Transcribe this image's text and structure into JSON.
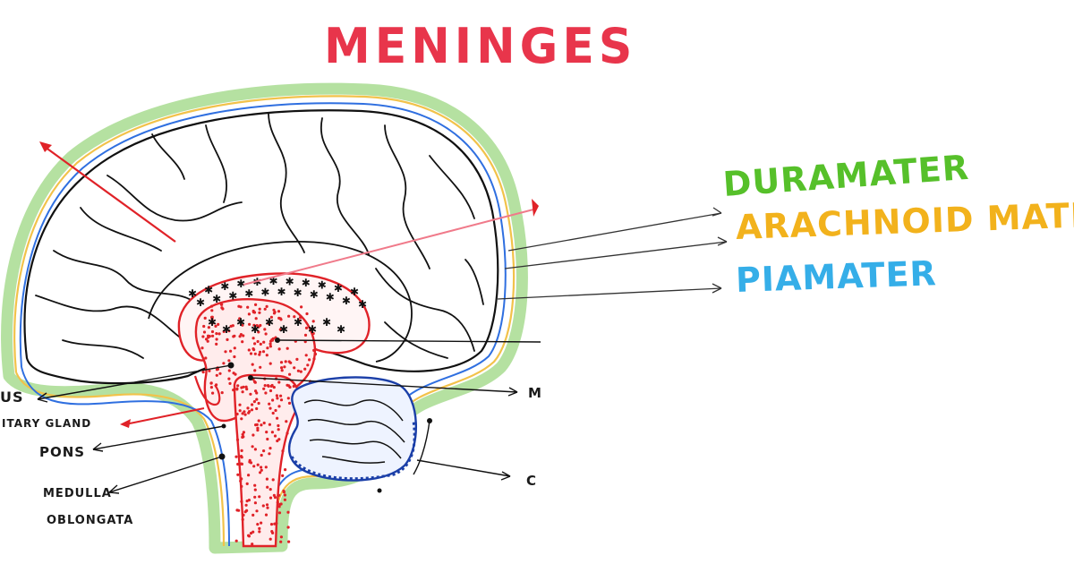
{
  "title": {
    "text": "MENINGES",
    "color": "#e8354b"
  },
  "layers": {
    "duramater": {
      "text": "DURAMATER",
      "color": "#56c02a"
    },
    "arachnoid": {
      "text": "ARACHNOID MATE",
      "color": "#f2b21c"
    },
    "piamater": {
      "text": "PIAMATER",
      "color": "#35aee8"
    }
  },
  "parts": {
    "us": "US",
    "pituitary": "ITARY GLAND",
    "pons": "PONS",
    "medulla_line1": "MEDULLA",
    "medulla_line2": "OBLONGATA",
    "m": "M",
    "c": "C"
  },
  "colors": {
    "outline": "#111111",
    "red_structures": "#e02228",
    "dura": "#a8dc90",
    "arachnoid": "#f2c24a",
    "pia": "#2f6fe0",
    "cerebellum": "#1b3fa8",
    "pointer": "#e02228",
    "pointer_light": "#f07a8a"
  }
}
